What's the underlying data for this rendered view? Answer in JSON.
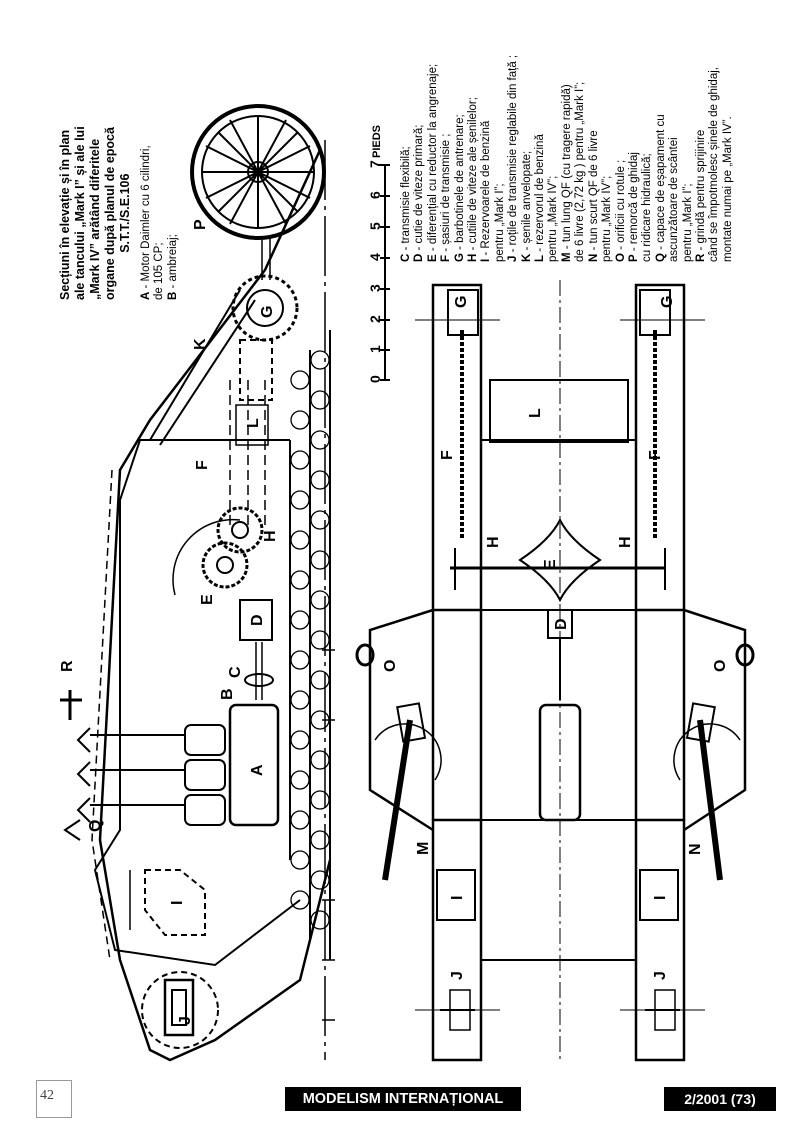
{
  "caption": {
    "lines": [
      "Secțiuni în elevație și în plan",
      "ale tancului „Mark I” și ale lui",
      "„Mark IV” arătând diferitele",
      "organe după planul de epocă",
      "S.T.T./S.E.106"
    ]
  },
  "legend_top": [
    {
      "key": "A",
      "text": " - Motor Daimler cu 6 cilindri,"
    },
    {
      "key": "",
      "text": "   de 105 CP;"
    },
    {
      "key": "B",
      "text": " - ambreiaj;"
    }
  ],
  "legend_main": [
    {
      "key": "C",
      "text": " - transmisie flexibilă;"
    },
    {
      "key": "D",
      "text": " - cutie de viteze primară;"
    },
    {
      "key": "E",
      "text": " - diferențial cu reductor la angrenaje;"
    },
    {
      "key": "F",
      "text": " - șasiuri de transmisie ;"
    },
    {
      "key": "G",
      "text": " - barbotinele de antrenare;"
    },
    {
      "key": "H",
      "text": " - cutiile de viteze ale șenilelor;"
    },
    {
      "key": "I",
      "text": " - Rezervoarele de benzină"
    },
    {
      "key": "",
      "text": "   pentru „Mark I”;"
    },
    {
      "key": "J",
      "text": " - roțile de transmisie reglabile din față ;"
    },
    {
      "key": "K",
      "text": " - șenile anvelopate;"
    },
    {
      "key": "L",
      "text": " - rezervorul de benzină"
    },
    {
      "key": "",
      "text": "   pentru „Mark IV”;"
    },
    {
      "key": "M",
      "text": " - tun lung QF (cu tragere rapidă)"
    },
    {
      "key": "",
      "text": "   de 6 livre (2,72 kg ) pentru „Mark I”;"
    },
    {
      "key": "N",
      "text": " - tun scurt QF de 6 livre"
    },
    {
      "key": "",
      "text": "   pentru „Mark IV”;"
    },
    {
      "key": "O",
      "text": " - orificii cu rotule ;"
    },
    {
      "key": "P",
      "text": " - remorcă de ghidaj"
    },
    {
      "key": "",
      "text": "   cu ridicare hidraulică;"
    },
    {
      "key": "Q",
      "text": " - capace de eșapament cu"
    },
    {
      "key": "",
      "text": "   ascunzătoare de scântei"
    },
    {
      "key": "",
      "text": "   pentru „Mark I”;"
    },
    {
      "key": "R",
      "text": " - grindă pentru sprijinire"
    },
    {
      "key": "",
      "text": "   când se împotmolesc șinele de ghidaj,"
    },
    {
      "key": "",
      "text": "   montate numai pe „Mark IV”."
    }
  ],
  "scale": {
    "ticks": [
      "0",
      "1",
      "2",
      "3",
      "4",
      "5",
      "6",
      "7"
    ],
    "unit": "PIEDS"
  },
  "labels": {
    "A": "A",
    "B": "B",
    "C": "C",
    "D": "D",
    "E": "E",
    "F": "F",
    "G": "G",
    "H": "H",
    "I": "I",
    "J": "J",
    "K": "K",
    "L": "L",
    "M": "M",
    "N": "N",
    "O": "O",
    "P": "P",
    "Q": "Q",
    "R": "R"
  },
  "footer": {
    "page_number": "42",
    "magazine": "MODELISM INTERNAȚIONAL",
    "issue": "2/2001 (73)"
  }
}
